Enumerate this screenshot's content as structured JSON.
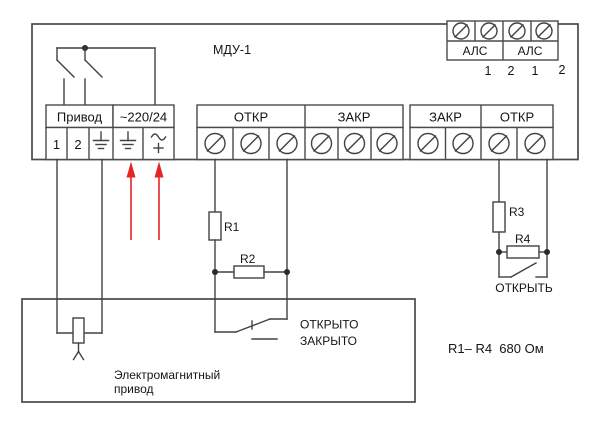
{
  "diagram": {
    "device_title": "МДУ-1",
    "als_block": {
      "group1_label": "АЛС",
      "group2_label": "АЛС",
      "terminal_numbers": [
        "1",
        "2",
        "1",
        "2"
      ]
    },
    "drive_block": {
      "header": "Привод",
      "terminal1": "1",
      "terminal2": "2"
    },
    "power_block": {
      "header": "~220/24"
    },
    "contact_blocks": {
      "a_open": "ОТКР",
      "a_closed": "ЗАКР",
      "b_closed": "ЗАКР",
      "b_open": "ОТКР"
    },
    "resistors": {
      "r1": "R1",
      "r2": "R2",
      "r3": "R3",
      "r4": "R4",
      "note": "R1– R4  680 Ом"
    },
    "switch_labels": {
      "opened": "ОТКРЫТО",
      "closed": "ЗАКРЫТО",
      "open_command": "ОТКРЫТЬ"
    },
    "actuator": {
      "label_line1": "Электромагнитный",
      "label_line2": "привод"
    },
    "icons": {
      "screw": "screw-terminal-icon",
      "ground": "ground-icon",
      "ac_plus": "ac-plus-icon",
      "power_arrows": "power-input-arrow-icon",
      "coil": "solenoid-coil-icon"
    },
    "colors": {
      "line": "#424242",
      "text": "#141414",
      "arrow_red": "#e42525",
      "background": "#ffffff"
    }
  }
}
